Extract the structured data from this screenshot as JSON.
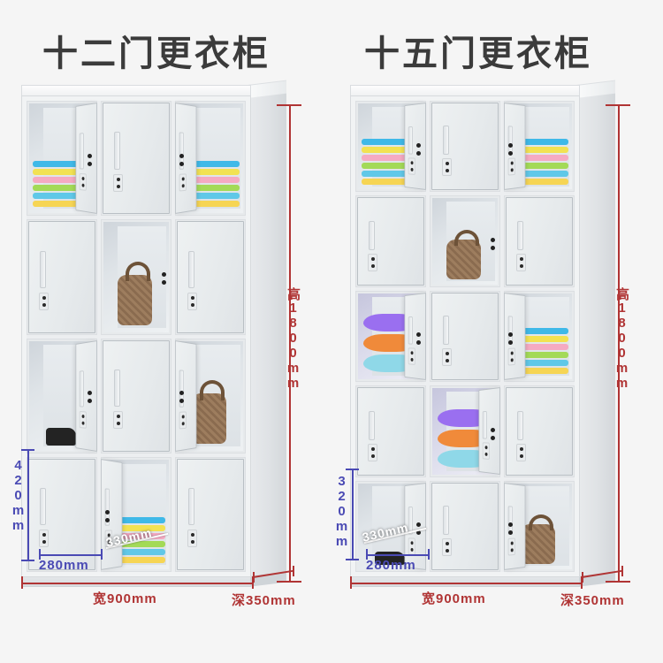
{
  "background_color": "#f5f5f5",
  "colors": {
    "dimension_red": "#b03434",
    "dimension_blue": "#4a4ab4",
    "dimension_white": "#ffffff",
    "cabinet_body": "#eceef0",
    "title_text": "#3b3b3b"
  },
  "products": [
    {
      "id": "locker-12",
      "title": "十二门更衣柜",
      "columns": 3,
      "rows": 4,
      "door_count": 12,
      "dimensions": {
        "height": "高1800mm",
        "width": "宽900mm",
        "depth": "深350mm",
        "compartment_height": "420mm",
        "compartment_width": "280mm",
        "compartment_depth": "330mm"
      },
      "cells": [
        {
          "state": "open",
          "hinge": "left",
          "content": "folded-clothes"
        },
        {
          "state": "closed",
          "hinge": "left",
          "content": "none"
        },
        {
          "state": "open",
          "hinge": "right",
          "content": "folded-clothes"
        },
        {
          "state": "closed",
          "hinge": "right",
          "content": "none"
        },
        {
          "state": "open",
          "hinge": "none",
          "content": "handbag"
        },
        {
          "state": "closed",
          "hinge": "left",
          "content": "none"
        },
        {
          "state": "open",
          "hinge": "left",
          "content": "shoes"
        },
        {
          "state": "closed",
          "hinge": "left",
          "content": "none"
        },
        {
          "state": "open",
          "hinge": "right",
          "content": "handbag"
        },
        {
          "state": "closed",
          "hinge": "right",
          "content": "none"
        },
        {
          "state": "open",
          "hinge": "right",
          "content": "folded-clothes"
        },
        {
          "state": "closed",
          "hinge": "left",
          "content": "none"
        }
      ]
    },
    {
      "id": "locker-15",
      "title": "十五门更衣柜",
      "columns": 3,
      "rows": 5,
      "door_count": 15,
      "dimensions": {
        "height": "高1800mm",
        "width": "宽900mm",
        "depth": "深350mm",
        "compartment_height": "320mm",
        "compartment_width": "280mm",
        "compartment_depth": "330mm"
      },
      "cells": [
        {
          "state": "open",
          "hinge": "left",
          "content": "folded-clothes"
        },
        {
          "state": "closed",
          "hinge": "left",
          "content": "none"
        },
        {
          "state": "open",
          "hinge": "right",
          "content": "folded-clothes"
        },
        {
          "state": "closed",
          "hinge": "right",
          "content": "none"
        },
        {
          "state": "open",
          "hinge": "none",
          "content": "handbag"
        },
        {
          "state": "closed",
          "hinge": "left",
          "content": "none"
        },
        {
          "state": "open",
          "hinge": "left",
          "content": "pillows"
        },
        {
          "state": "closed",
          "hinge": "left",
          "content": "none"
        },
        {
          "state": "open",
          "hinge": "right",
          "content": "folded-clothes"
        },
        {
          "state": "closed",
          "hinge": "right",
          "content": "none"
        },
        {
          "state": "open",
          "hinge": "left",
          "content": "pillows"
        },
        {
          "state": "closed",
          "hinge": "left",
          "content": "none"
        },
        {
          "state": "open",
          "hinge": "left",
          "content": "shoes"
        },
        {
          "state": "closed",
          "hinge": "left",
          "content": "none"
        },
        {
          "state": "open",
          "hinge": "right",
          "content": "handbag"
        }
      ]
    }
  ],
  "content_palettes": {
    "folded-clothes": [
      "#36b6e8",
      "#f2e14a",
      "#f6a6c0",
      "#9fd94f",
      "#58c6e8",
      "#f7d44c"
    ],
    "pillows": [
      "#9a6ff0",
      "#f08a3a",
      "#8fd8e8"
    ]
  }
}
